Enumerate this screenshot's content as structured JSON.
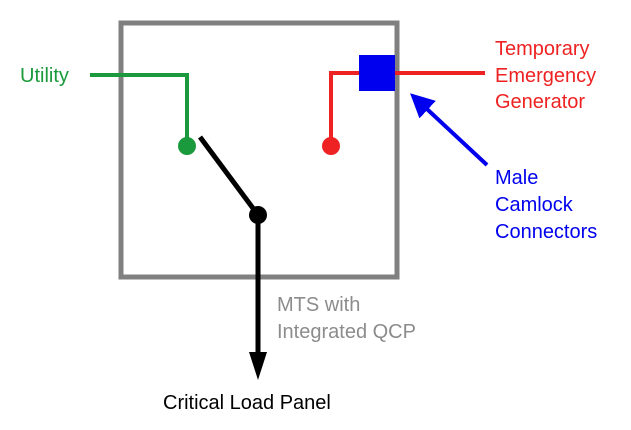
{
  "labels": {
    "utility": "Utility",
    "generator": [
      "Temporary",
      "Emergency",
      "Generator"
    ],
    "connectors": [
      "Male",
      "Camlock",
      "Connectors"
    ],
    "switch": [
      "MTS with",
      "Integrated QCP"
    ],
    "load": "Critical Load Panel"
  },
  "colors": {
    "utility": "#1a9a3c",
    "generator": "#ee2222",
    "connector": "#0000ee",
    "enclosure": "#808080",
    "switch": "#000000",
    "switch_label": "#8c8c8c",
    "load_label": "#000000"
  }
}
